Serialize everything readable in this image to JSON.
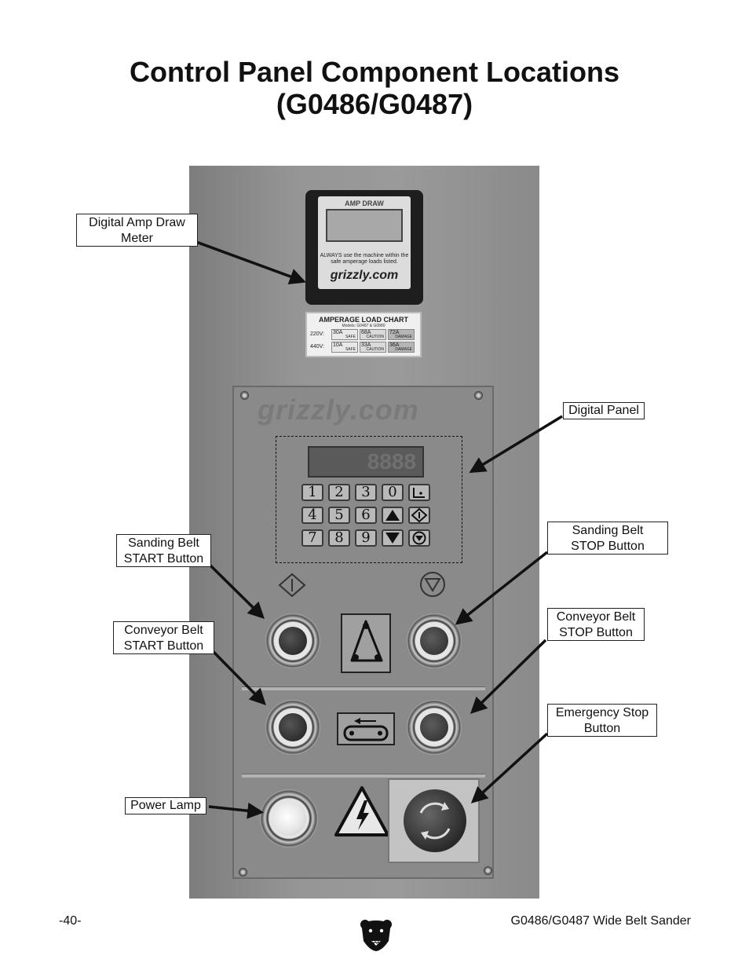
{
  "page": {
    "title_line1": "Control Panel Component Locations",
    "title_line2": "(G0486/G0487)",
    "page_number": "-40-",
    "footer_title": "G0486/G0487 Wide Belt Sander"
  },
  "callouts": {
    "amp_meter": [
      "Digital Amp Draw",
      "Meter"
    ],
    "digital_panel": [
      "Digital Panel"
    ],
    "sanding_start": [
      "Sanding Belt",
      "START Button"
    ],
    "sanding_stop": [
      "Sanding Belt",
      "STOP Button"
    ],
    "conveyor_start": [
      "Conveyor Belt",
      "START Button"
    ],
    "conveyor_stop": [
      "Conveyor Belt",
      "STOP Button"
    ],
    "emergency_stop": [
      "Emergency Stop",
      "Button"
    ],
    "power_lamp": [
      "Power Lamp"
    ]
  },
  "meter": {
    "title": "AMP DRAW",
    "note": "ALWAYS use the machine within the safe amperage loads listed.",
    "logo": "grizzly.com"
  },
  "amp_chart": {
    "title": "AMPERAGE LOAD CHART",
    "models": "Models: G0487 & G0880",
    "rows": [
      {
        "voltage": "220V:",
        "safe": "30A",
        "caution": "68A",
        "damage": "72A"
      },
      {
        "voltage": "440V:",
        "safe": "10A",
        "caution": "33A",
        "damage": "36A"
      }
    ],
    "safe_label": "SAFE",
    "caution_label": "CAUTION",
    "damage_label": "DAMAGE"
  },
  "panel": {
    "logo": "grizzly.com",
    "display_readout": "8888",
    "keys": [
      "1",
      "2",
      "3",
      "0",
      "7",
      "4",
      "5",
      "6",
      "9",
      "8"
    ]
  },
  "icons": {
    "start": "start-symbol-icon",
    "stop": "stop-symbol-icon",
    "belt": "sanding-belt-icon",
    "conveyor": "conveyor-icon",
    "hazard": "electrical-hazard-icon",
    "brand": "grizzly-bear-icon"
  }
}
